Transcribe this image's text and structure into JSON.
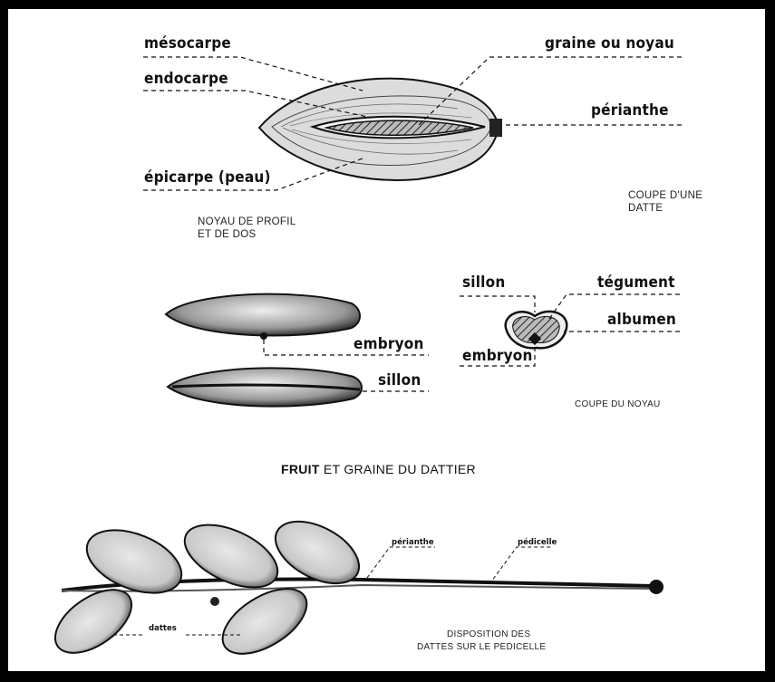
{
  "diagram": {
    "title_bold": "FRUIT",
    "title_rest": " ET GRAINE DU DATTIER",
    "section_date": {
      "labels": {
        "mesocarpe": "mésocarpe",
        "endocarpe": "endocarpe",
        "epicarpe": "épicarpe (peau)",
        "graine": "graine ou noyau",
        "perianthe": "périanthe"
      },
      "caption_line1": "COUPE D'UNE",
      "caption_line2": "DATTE"
    },
    "seed_profile": {
      "caption_line1": "NOYAU DE PROFIL",
      "caption_line2": "ET DE DOS",
      "labels": {
        "embryon": "embryon",
        "sillon": "sillon"
      }
    },
    "seed_section": {
      "labels": {
        "sillon": "sillon",
        "tegument": "tégument",
        "albumen": "albumen",
        "embryon": "embryon"
      },
      "caption": "COUPE DU NOYAU"
    },
    "branch": {
      "labels": {
        "perianthe": "périanthe",
        "pedicelle": "pédicelle",
        "dattes": "dattes"
      },
      "caption_line1": "DISPOSITION DES",
      "caption_line2": "DATTES SUR LE PEDICELLE"
    }
  }
}
